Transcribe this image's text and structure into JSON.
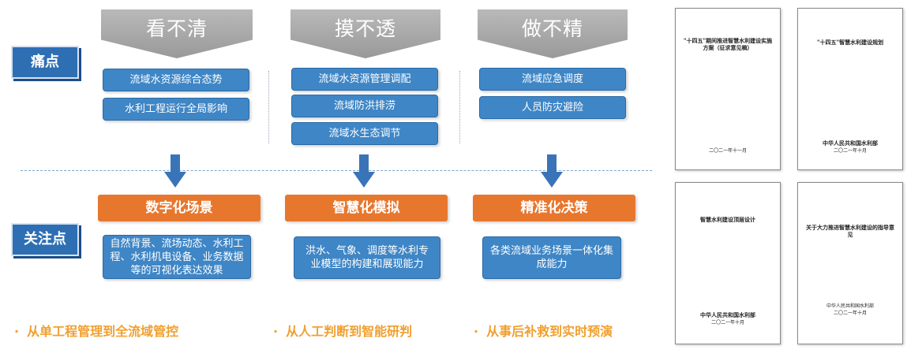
{
  "pain_label": "痛点",
  "focus_label": "关注点",
  "columns": [
    {
      "banner": "看不清",
      "pains": [
        "流域水资源综合态势",
        "水利工程运行全局影响"
      ],
      "focus": "数字化场景",
      "focus_desc": "自然背景、流场动态、水利工程、水利机电设备、业务数据等的可视化表达效果",
      "bottom": "从单工程管理到全流域管控"
    },
    {
      "banner": "摸不透",
      "pains": [
        "流域水资源管理调配",
        "流域防洪排涝",
        "流域水生态调节"
      ],
      "focus": "智慧化模拟",
      "focus_desc": "洪水、气象、调度等水利专业模型的构建和展现能力",
      "bottom": "从人工判断到智能研判"
    },
    {
      "banner": "做不精",
      "pains": [
        "流域应急调度",
        "人员防灾避险"
      ],
      "focus": "精准化决策",
      "focus_desc": "各类流域业务场景一体化集成能力",
      "bottom": "从事后补救到实时预演"
    }
  ],
  "bottom_bullet": "·",
  "documents": [
    {
      "title": "\"十四五\"期间推进智慧水利建设实施方案（征求意见稿）",
      "date": "二〇二一年十一月",
      "issuer": ""
    },
    {
      "title": "\"十四五\"智慧水利建设规划",
      "date": "二〇二一年十月",
      "issuer": "中华人民共和国水利部"
    },
    {
      "title": "智慧水利建设顶层设计",
      "date": "二〇二一年十月",
      "issuer": "中华人民共和国水利部"
    },
    {
      "title": "关于大力推进智慧水利建设的指导意见",
      "date": "二〇二一年十月",
      "issuer": "中华人民共和国水利部"
    }
  ],
  "colors": {
    "banner_gray": "#a9a9a9",
    "label_blue": "#2e6fb4",
    "box_blue": "#3f86c6",
    "focus_orange": "#e8772e",
    "bottom_text": "#f0a030",
    "arrow_blue": "#3a74b8"
  }
}
